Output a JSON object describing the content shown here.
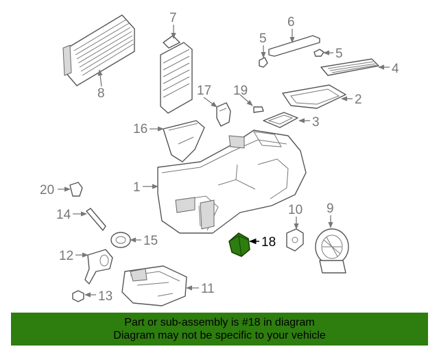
{
  "callouts": {
    "c1": "1",
    "c2": "2",
    "c3": "3",
    "c4": "4",
    "c5a": "5",
    "c5b": "5",
    "c6": "6",
    "c7": "7",
    "c8": "8",
    "c9": "9",
    "c10": "10",
    "c11": "11",
    "c12": "12",
    "c13": "13",
    "c14": "14",
    "c15": "15",
    "c16": "16",
    "c17": "17",
    "c18": "18",
    "c19": "19",
    "c20": "20"
  },
  "highlight": {
    "part_number": "18",
    "color": "#2e7d0f"
  },
  "footer": {
    "line1": "Part or sub-assembly is #18 in diagram",
    "line2": "Diagram may not be specific to your vehicle",
    "background": "#2e7d0f"
  }
}
